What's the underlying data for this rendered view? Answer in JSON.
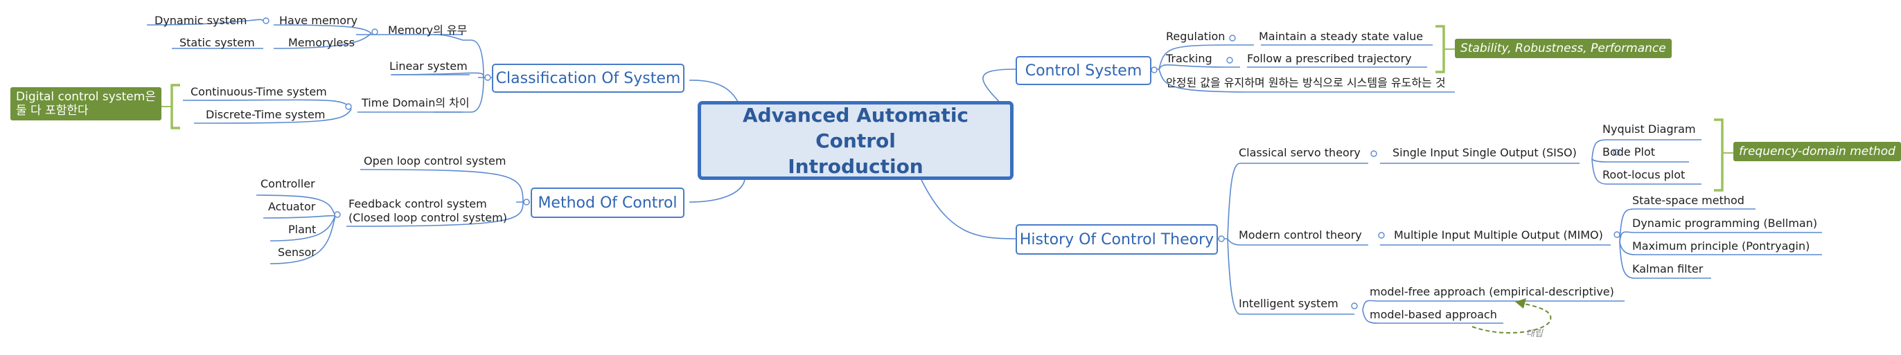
{
  "central": {
    "line1": "Advanced Automatic Control",
    "line2": "Introduction"
  },
  "classification": {
    "title": "Classification Of System",
    "memory": {
      "label": "Memory의 유무",
      "have_memory": "Have memory",
      "dynamic": "Dynamic system",
      "memoryless": "Memoryless",
      "static": "Static system"
    },
    "linear": "Linear system",
    "time_domain": {
      "label": "Time Domain의 차이",
      "continuous": "Continuous-Time system",
      "discrete": "Discrete-Time system"
    },
    "note": {
      "line1": "Digital control system은",
      "line2": "둘 다 포함한다"
    }
  },
  "method": {
    "title": "Method Of Control",
    "open_loop": "Open loop control system",
    "feedback": {
      "line1": "Feedback control system",
      "line2": "(Closed loop control system)"
    },
    "components": [
      "Controller",
      "Actuator",
      "Plant",
      "Sensor"
    ]
  },
  "control_system": {
    "title": "Control System",
    "regulation": "Regulation",
    "regulation_desc": "Maintain a steady state value",
    "tracking": "Tracking",
    "tracking_desc": "Follow a prescribed trajectory",
    "definition": "안정된 값을 유지하며 원하는 방식으로 시스템을 유도하는 것",
    "note": "Stability, Robustness, Performance"
  },
  "history": {
    "title": "History Of Control Theory",
    "classical": "Classical servo theory",
    "siso": "Single Input Single Output (SISO)",
    "siso_items": [
      "Nyquist Diagram",
      "Bode Plot",
      "Root-locus plot"
    ],
    "siso_note": "frequency-domain method",
    "modern": "Modern control theory",
    "mimo": "Multiple Input Multiple Output (MIMO)",
    "mimo_items": [
      "State-space method",
      "Dynamic programming (Bellman)",
      "Maximum principle (Pontryagin)",
      "Kalman filter"
    ],
    "intelligent": "Intelligent system",
    "model_free": "model-free approach (empirical-descriptive)",
    "model_based": "model-based approach",
    "relation_label": "대립"
  }
}
